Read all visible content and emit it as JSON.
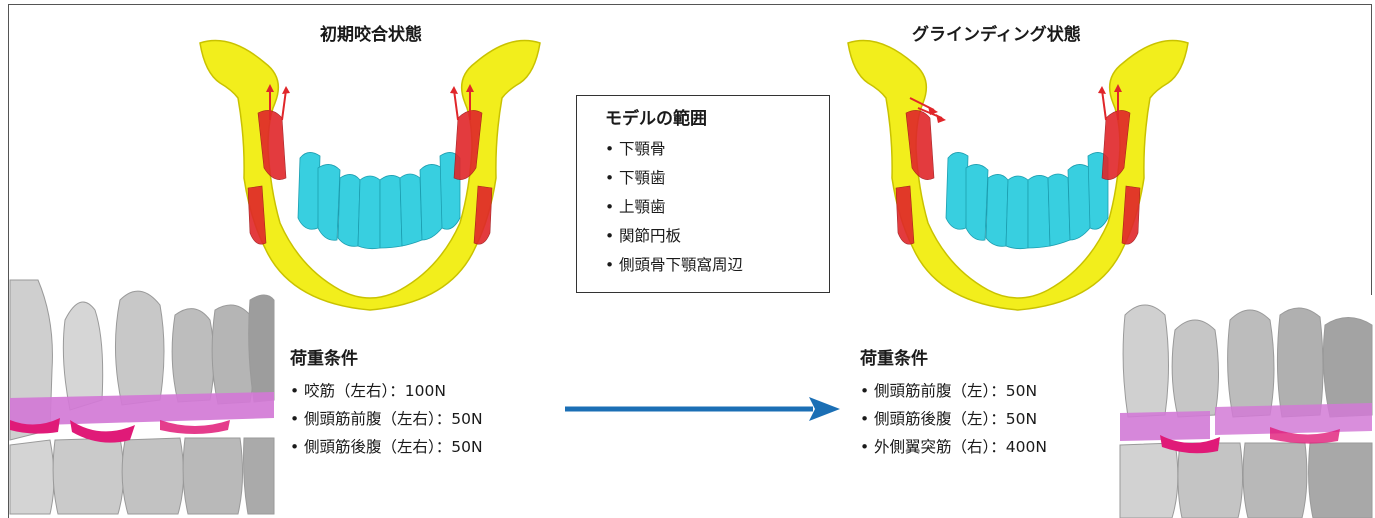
{
  "colors": {
    "bone": "#f2ee1c",
    "bone_edge": "#c9c200",
    "teeth": "#38cfe0",
    "muscle": "#e0262a",
    "tooth_gray": "#c9c9c9",
    "tooth_dark": "#8e8e8e",
    "disc_pink": "#d27ad6",
    "gum_magenta": "#e01a78",
    "arrow_blue": "#1b6fb5"
  },
  "panels": {
    "left_title": "初期咬合状態",
    "right_title": "グラインディング状態"
  },
  "model_range": {
    "heading": "モデルの範囲",
    "items": [
      "下顎骨",
      "下顎歯",
      "上顎歯",
      "関節円板",
      "側頭骨下顎窩周辺"
    ]
  },
  "load_initial": {
    "heading": "荷重条件",
    "items": [
      "咬筋（左右）：100N",
      "側頭筋前腹（左右）：50N",
      "側頭筋後腹（左右）：50N"
    ]
  },
  "load_grinding": {
    "heading": "荷重条件",
    "items": [
      "側頭筋前腹（左）：50N",
      "側頭筋後腹（左）：50N",
      "外側翼突筋（右）：400N"
    ]
  },
  "bullet_glyph": "•",
  "icons": {
    "mandible": "mandible-3d-model",
    "teeth_closeup": "teeth-closeup-model",
    "transition_arrow": "right-arrow"
  }
}
